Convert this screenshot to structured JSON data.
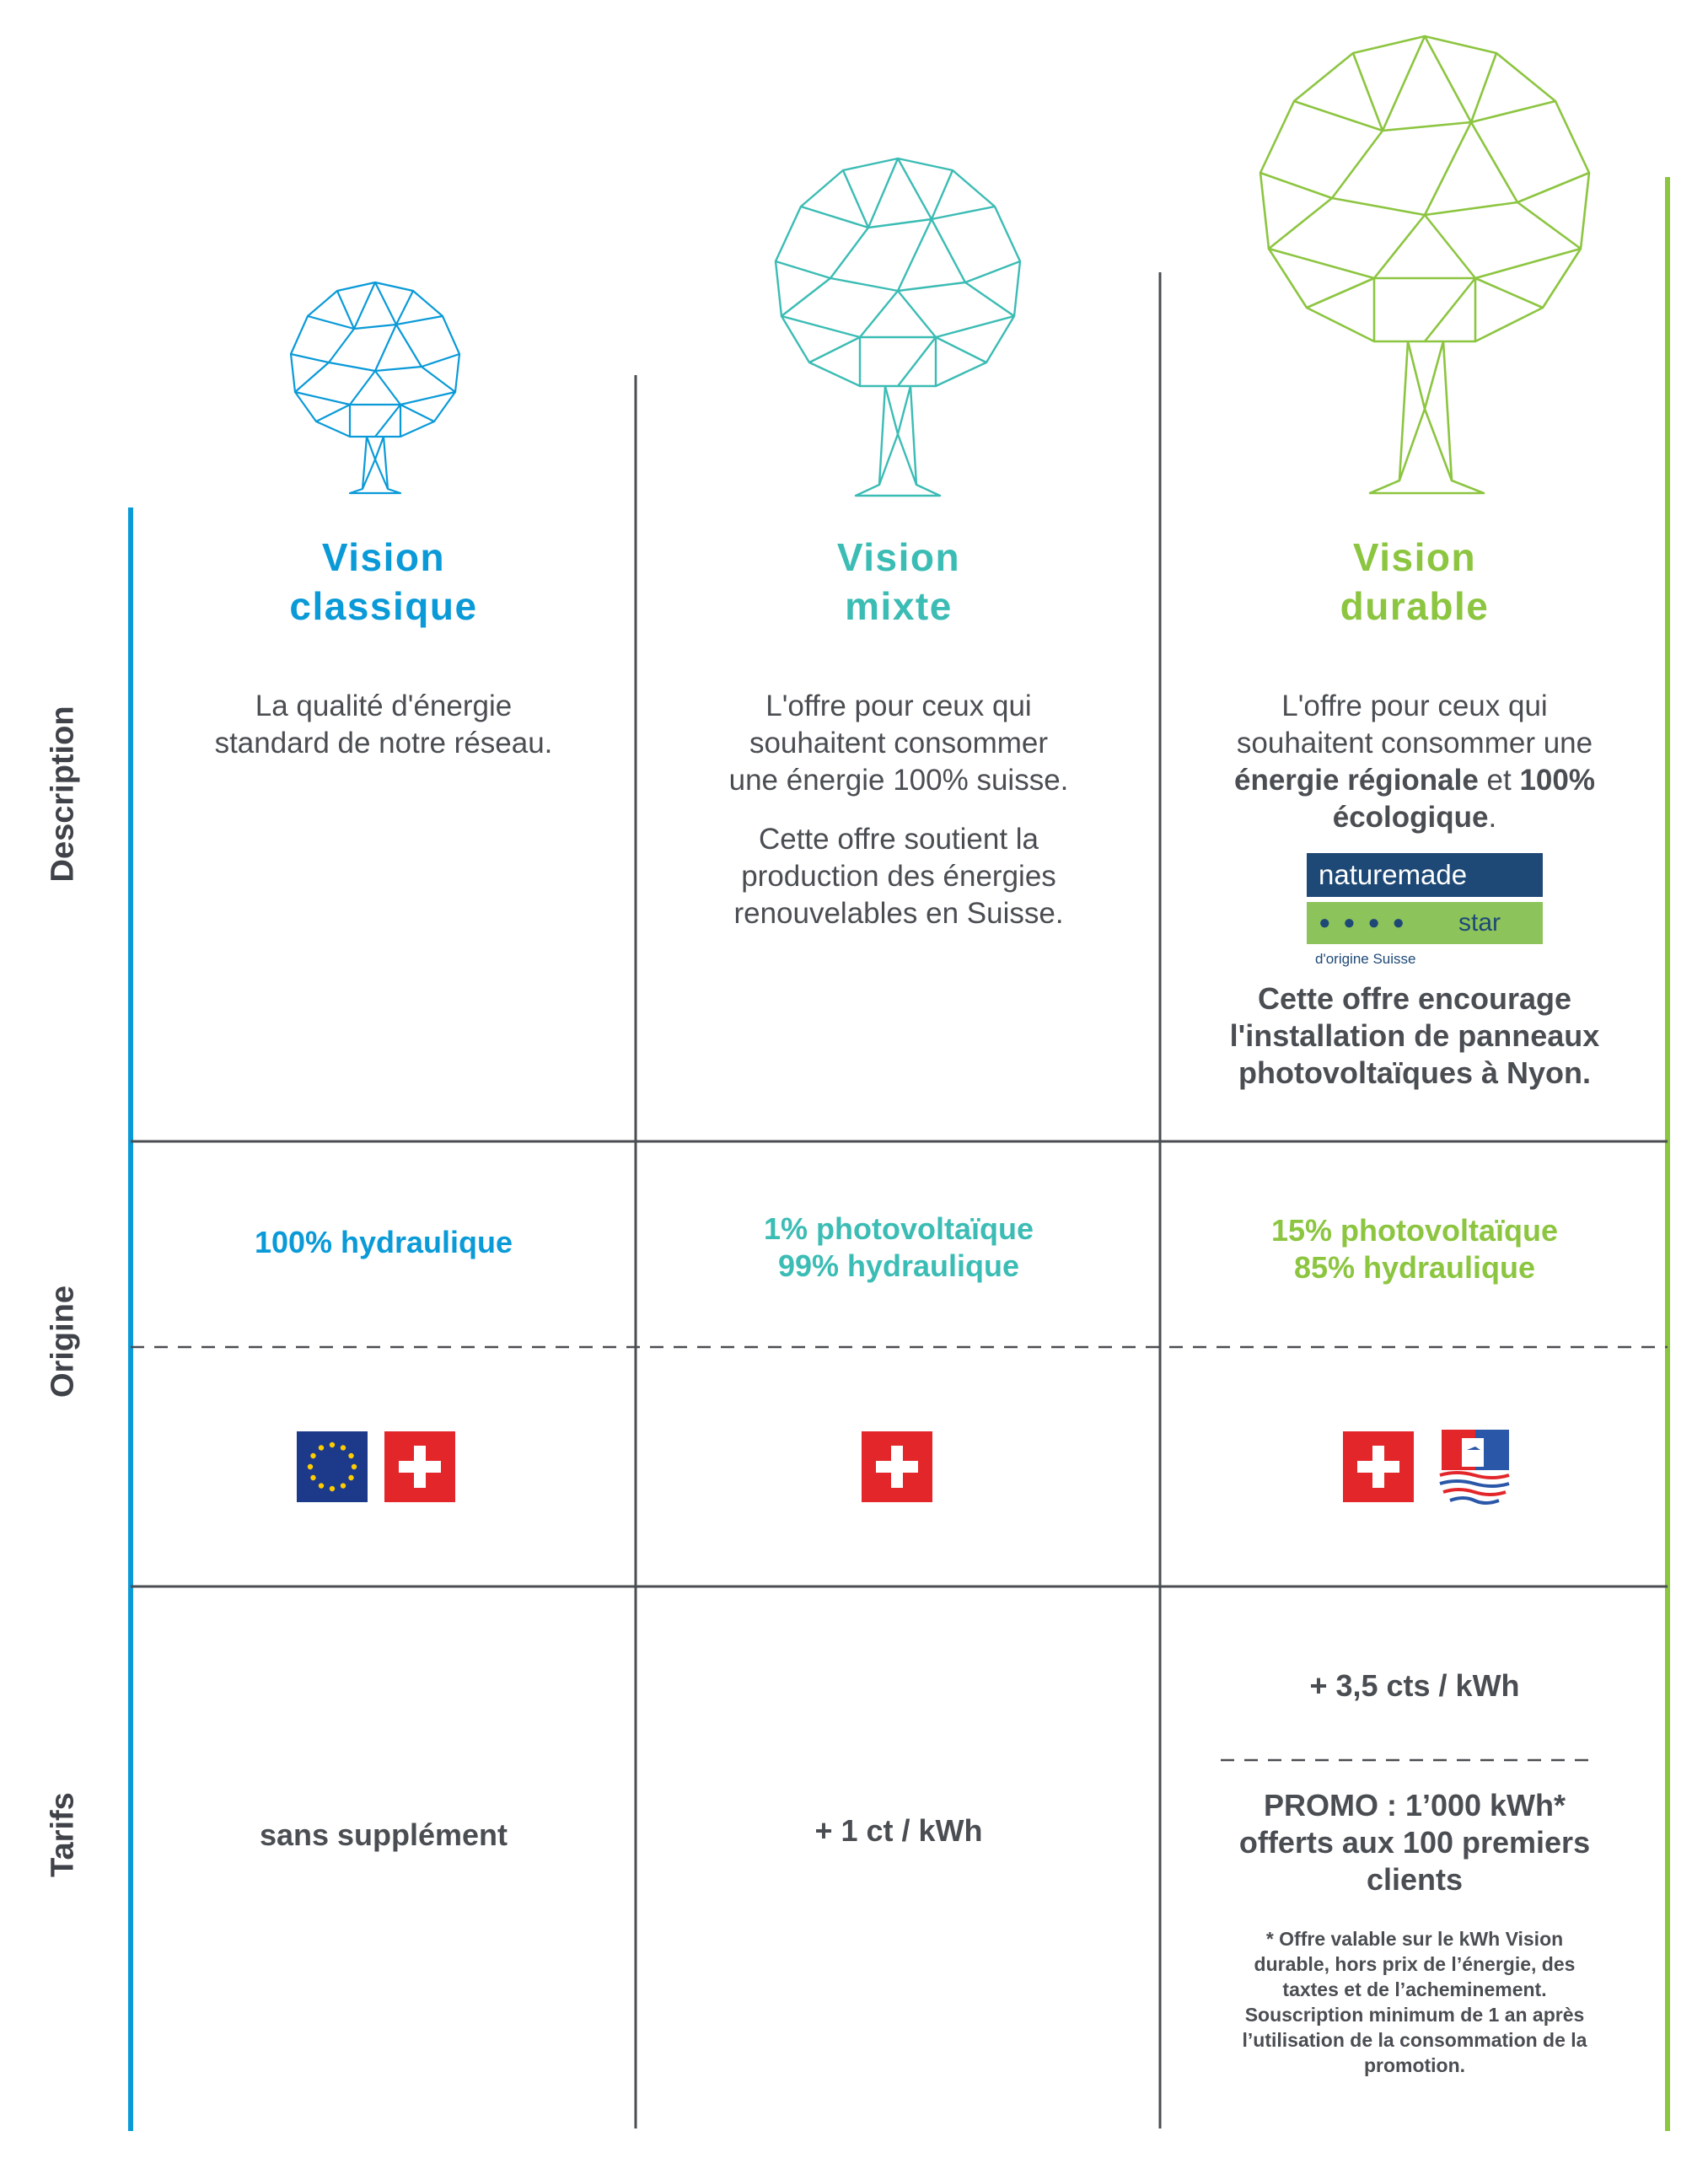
{
  "row_labels": {
    "description": "Description",
    "origin": "Origine",
    "tarifs": "Tarifs"
  },
  "colors": {
    "classique": "#0a9ad8",
    "mixte": "#3bbcb4",
    "durable": "#8cc540",
    "grid": "#4a4d52"
  },
  "plans": [
    {
      "id": "classique",
      "title_line1": "Vision",
      "title_line2": "classique",
      "desc_line1": "La qualité d'énergie",
      "desc_line2": "standard de notre réseau.",
      "origin_line1": "100% hydraulique",
      "price": "sans supplément",
      "flags": [
        "eu-flag",
        "swiss-flag"
      ]
    },
    {
      "id": "mixte",
      "title_line1": "Vision",
      "title_line2": "mixte",
      "desc_p1_line1": "L'offre pour ceux qui",
      "desc_p1_line2": "souhaitent consommer",
      "desc_p1_line3": "une énergie 100% suisse.",
      "desc_p2_line1": "Cette offre soutient la",
      "desc_p2_line2": "production des énergies",
      "desc_p2_line3": "renouvelables en Suisse.",
      "origin_line1": "1% photovoltaïque",
      "origin_line2": "99% hydraulique",
      "price": "+ 1 ct / kWh",
      "flags": [
        "swiss-flag"
      ]
    },
    {
      "id": "durable",
      "title_line1": "Vision",
      "title_line2": "durable",
      "desc_line1": "L'offre pour ceux qui",
      "desc_line2": "souhaitent consommer une",
      "desc_bold1": "énergie régionale",
      "desc_and": " et ",
      "desc_bold2": "100%",
      "desc_bold3": "écologique",
      "desc_dot": ".",
      "label_top": "naturemade",
      "label_stars": "● ● ● ●",
      "label_star": "star",
      "label_sub": "d'origine Suisse",
      "encourage_line1": "Cette offre encourage",
      "encourage_line2": "l'installation de panneaux",
      "encourage_line3": "photovoltaïques à Nyon.",
      "origin_line1": "15% photovoltaïque",
      "origin_line2": "85% hydraulique",
      "price": "+ 3,5 cts / kWh",
      "promo_line1": "PROMO : 1’000 kWh*",
      "promo_line2": "offerts aux 100 premiers",
      "promo_line3": "clients",
      "note_line1": "* Offre valable sur le kWh Vision",
      "note_line2": "durable, hors prix de l’énergie, des",
      "note_line3": "taxtes et de l’acheminement.",
      "note_line4": "Souscription minimum de 1 an après",
      "note_line5": "l’utilisation de la consommation de la",
      "note_line6": "promotion.",
      "flags": [
        "swiss-flag",
        "nyon-coat-of-arms"
      ]
    }
  ]
}
